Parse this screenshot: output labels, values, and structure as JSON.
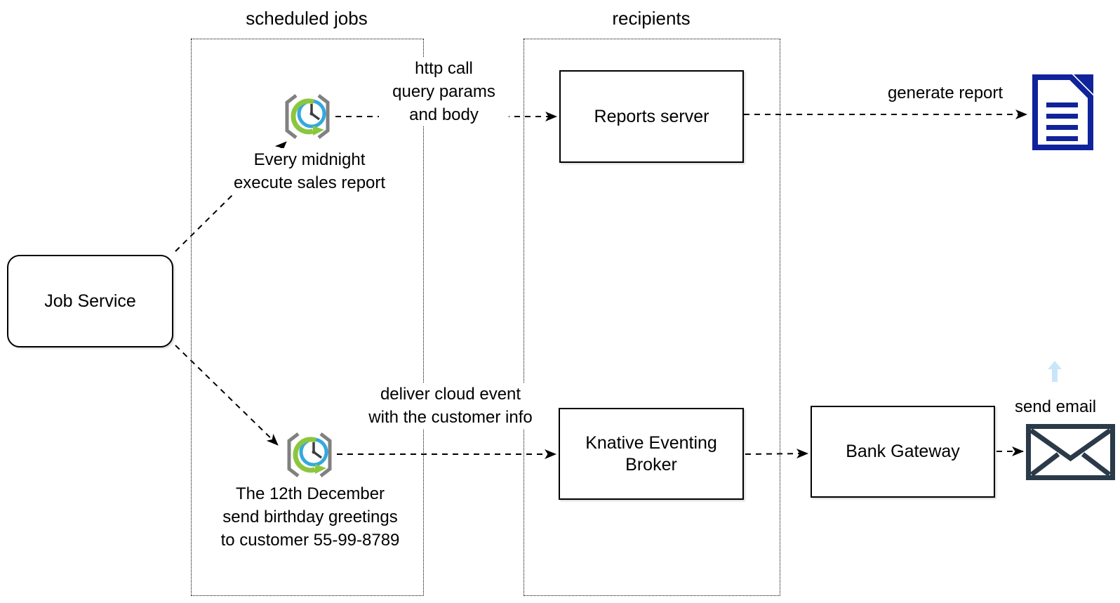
{
  "groups": {
    "scheduled_jobs": {
      "title": "scheduled jobs"
    },
    "recipients": {
      "title": "recipients"
    }
  },
  "nodes": {
    "job_service": {
      "label": "Job Service"
    },
    "reports_server": {
      "label": "Reports server"
    },
    "knative_broker": {
      "label": "Knative Eventing Broker"
    },
    "bank_gateway": {
      "label": "Bank Gateway"
    }
  },
  "annotations": {
    "job1": {
      "lines": [
        "Every midnight",
        "execute sales report"
      ]
    },
    "job2": {
      "lines": [
        "The 12th December",
        "send birthday greetings",
        "to customer 55-99-8789"
      ]
    },
    "http_call": {
      "lines": [
        "http call",
        "query params",
        "and body"
      ]
    },
    "cloud_event": {
      "lines": [
        "deliver cloud event",
        "with the customer info"
      ]
    },
    "generate_report": "generate report",
    "send_email": "send email"
  },
  "icons": {
    "schedule_clock": {
      "name": "schedule-clock-icon",
      "clock_color": "#35A8DD",
      "arrow_color": "#8CC63F",
      "bracket_color": "#808080",
      "hands_color": "#3D3D3D"
    },
    "report_document": {
      "name": "report-document-icon",
      "color": "#10239B"
    },
    "email_envelope": {
      "name": "email-envelope-icon",
      "color": "#2B3A49"
    },
    "up_arrow": {
      "name": "up-arrow-icon",
      "color": "#C9E6F9"
    }
  }
}
